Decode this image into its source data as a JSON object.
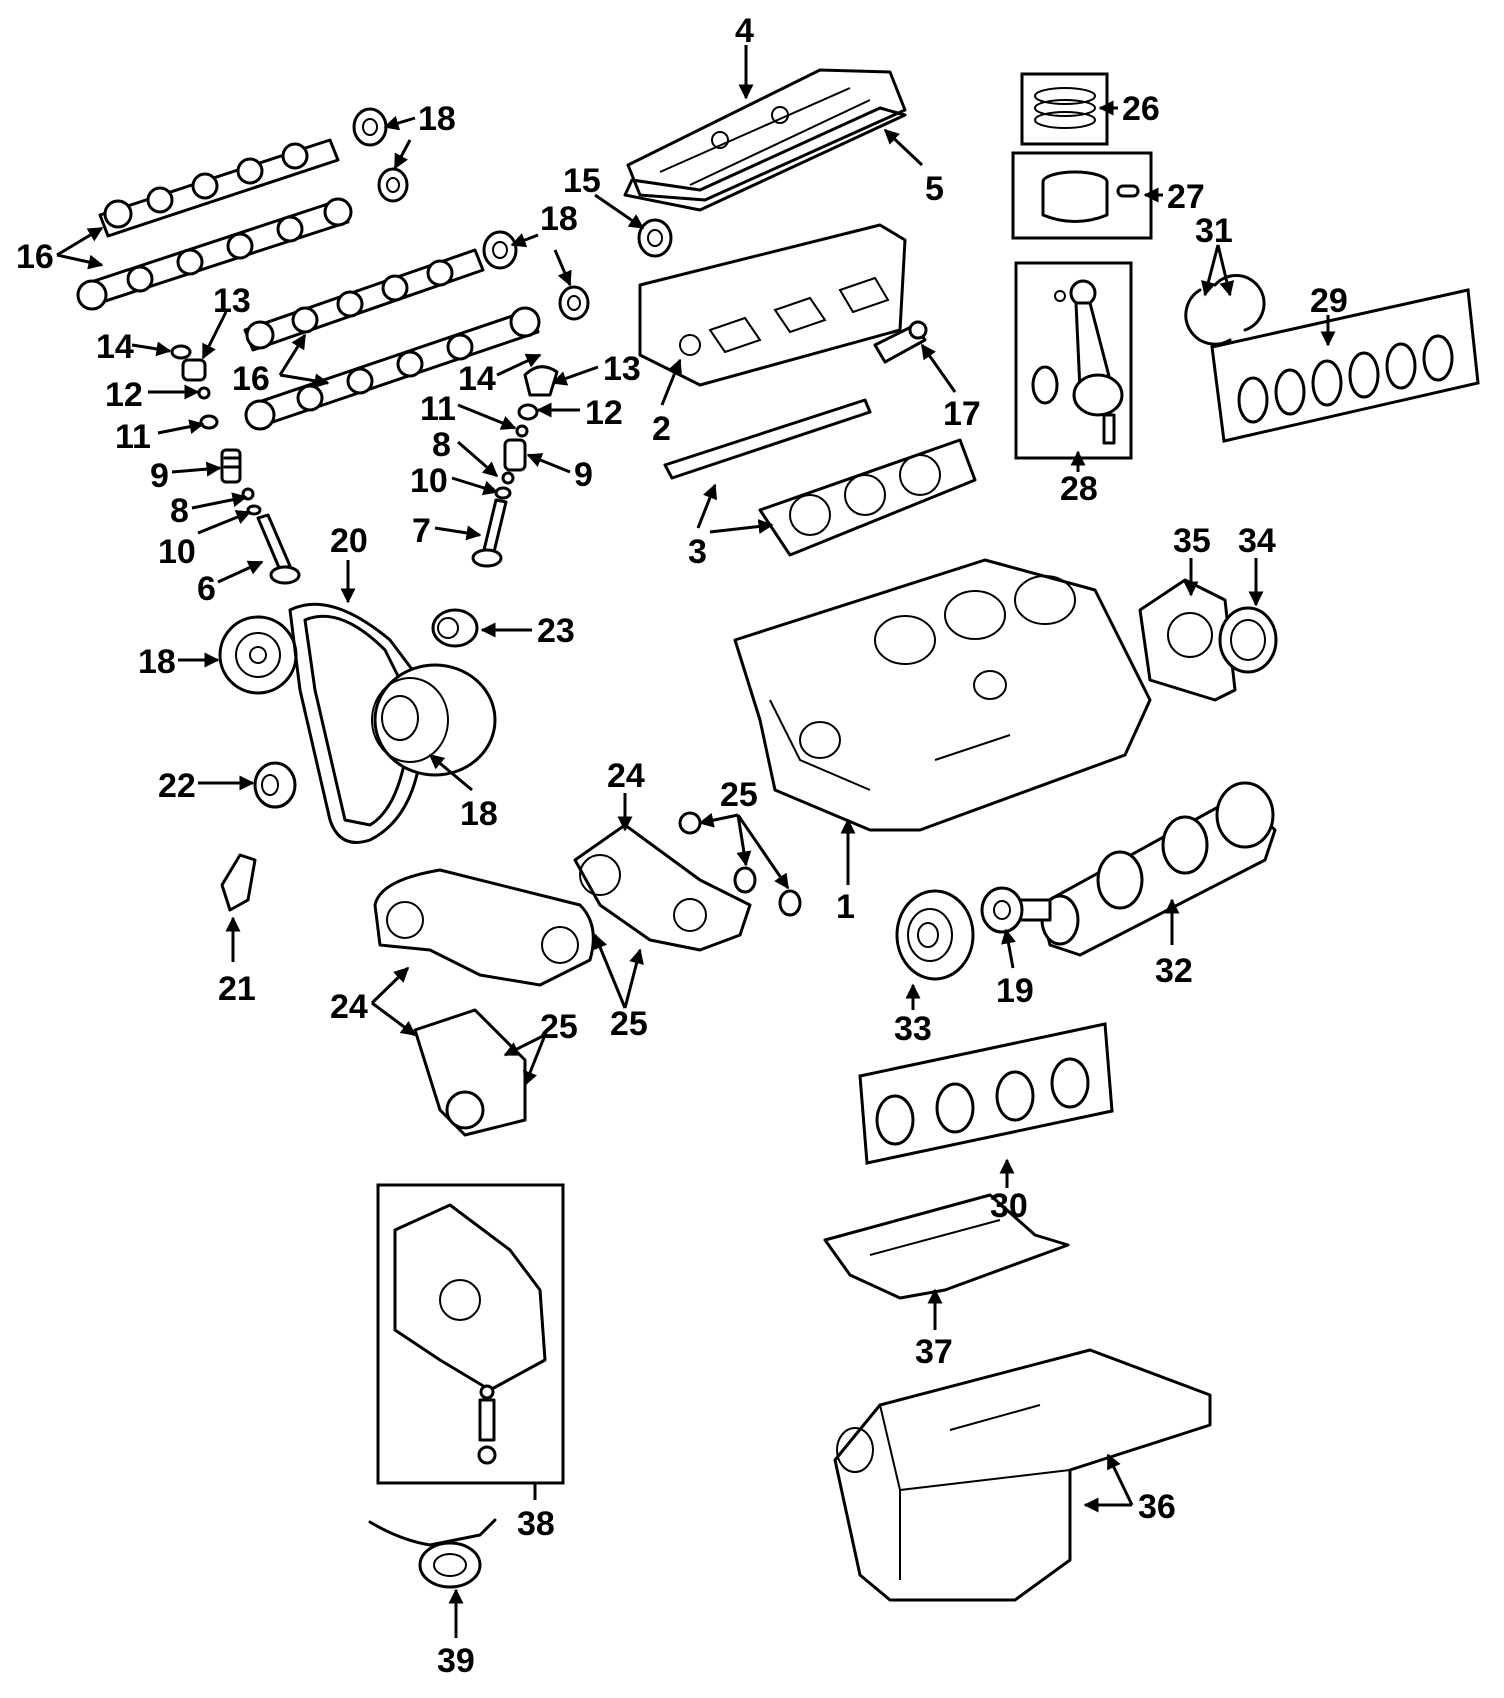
{
  "callouts": [
    {
      "id": "c1",
      "text": "1"
    },
    {
      "id": "c2",
      "text": "2"
    },
    {
      "id": "c3",
      "text": "3"
    },
    {
      "id": "c4",
      "text": "4"
    },
    {
      "id": "c5",
      "text": "5"
    },
    {
      "id": "c6",
      "text": "6"
    },
    {
      "id": "c7",
      "text": "7"
    },
    {
      "id": "c8a",
      "text": "8"
    },
    {
      "id": "c8b",
      "text": "8"
    },
    {
      "id": "c9a",
      "text": "9"
    },
    {
      "id": "c9b",
      "text": "9"
    },
    {
      "id": "c10a",
      "text": "10"
    },
    {
      "id": "c10b",
      "text": "10"
    },
    {
      "id": "c11a",
      "text": "11"
    },
    {
      "id": "c11b",
      "text": "11"
    },
    {
      "id": "c12a",
      "text": "12"
    },
    {
      "id": "c12b",
      "text": "12"
    },
    {
      "id": "c13a",
      "text": "13"
    },
    {
      "id": "c13b",
      "text": "13"
    },
    {
      "id": "c14a",
      "text": "14"
    },
    {
      "id": "c14b",
      "text": "14"
    },
    {
      "id": "c15",
      "text": "15"
    },
    {
      "id": "c16a",
      "text": "16"
    },
    {
      "id": "c16b",
      "text": "16"
    },
    {
      "id": "c17",
      "text": "17"
    },
    {
      "id": "c18a",
      "text": "18"
    },
    {
      "id": "c18b",
      "text": "18"
    },
    {
      "id": "c18c",
      "text": "18"
    },
    {
      "id": "c18d",
      "text": "18"
    },
    {
      "id": "c19",
      "text": "19"
    },
    {
      "id": "c20",
      "text": "20"
    },
    {
      "id": "c21",
      "text": "21"
    },
    {
      "id": "c22",
      "text": "22"
    },
    {
      "id": "c23",
      "text": "23"
    },
    {
      "id": "c24a",
      "text": "24"
    },
    {
      "id": "c24b",
      "text": "24"
    },
    {
      "id": "c25a",
      "text": "25"
    },
    {
      "id": "c25b",
      "text": "25"
    },
    {
      "id": "c25c",
      "text": "25"
    },
    {
      "id": "c26",
      "text": "26"
    },
    {
      "id": "c27",
      "text": "27"
    },
    {
      "id": "c28",
      "text": "28"
    },
    {
      "id": "c29",
      "text": "29"
    },
    {
      "id": "c30",
      "text": "30"
    },
    {
      "id": "c31",
      "text": "31"
    },
    {
      "id": "c32",
      "text": "32"
    },
    {
      "id": "c33",
      "text": "33"
    },
    {
      "id": "c34",
      "text": "34"
    },
    {
      "id": "c35",
      "text": "35"
    },
    {
      "id": "c36",
      "text": "36"
    },
    {
      "id": "c37",
      "text": "37"
    },
    {
      "id": "c38",
      "text": "38"
    },
    {
      "id": "c39",
      "text": "39"
    }
  ]
}
